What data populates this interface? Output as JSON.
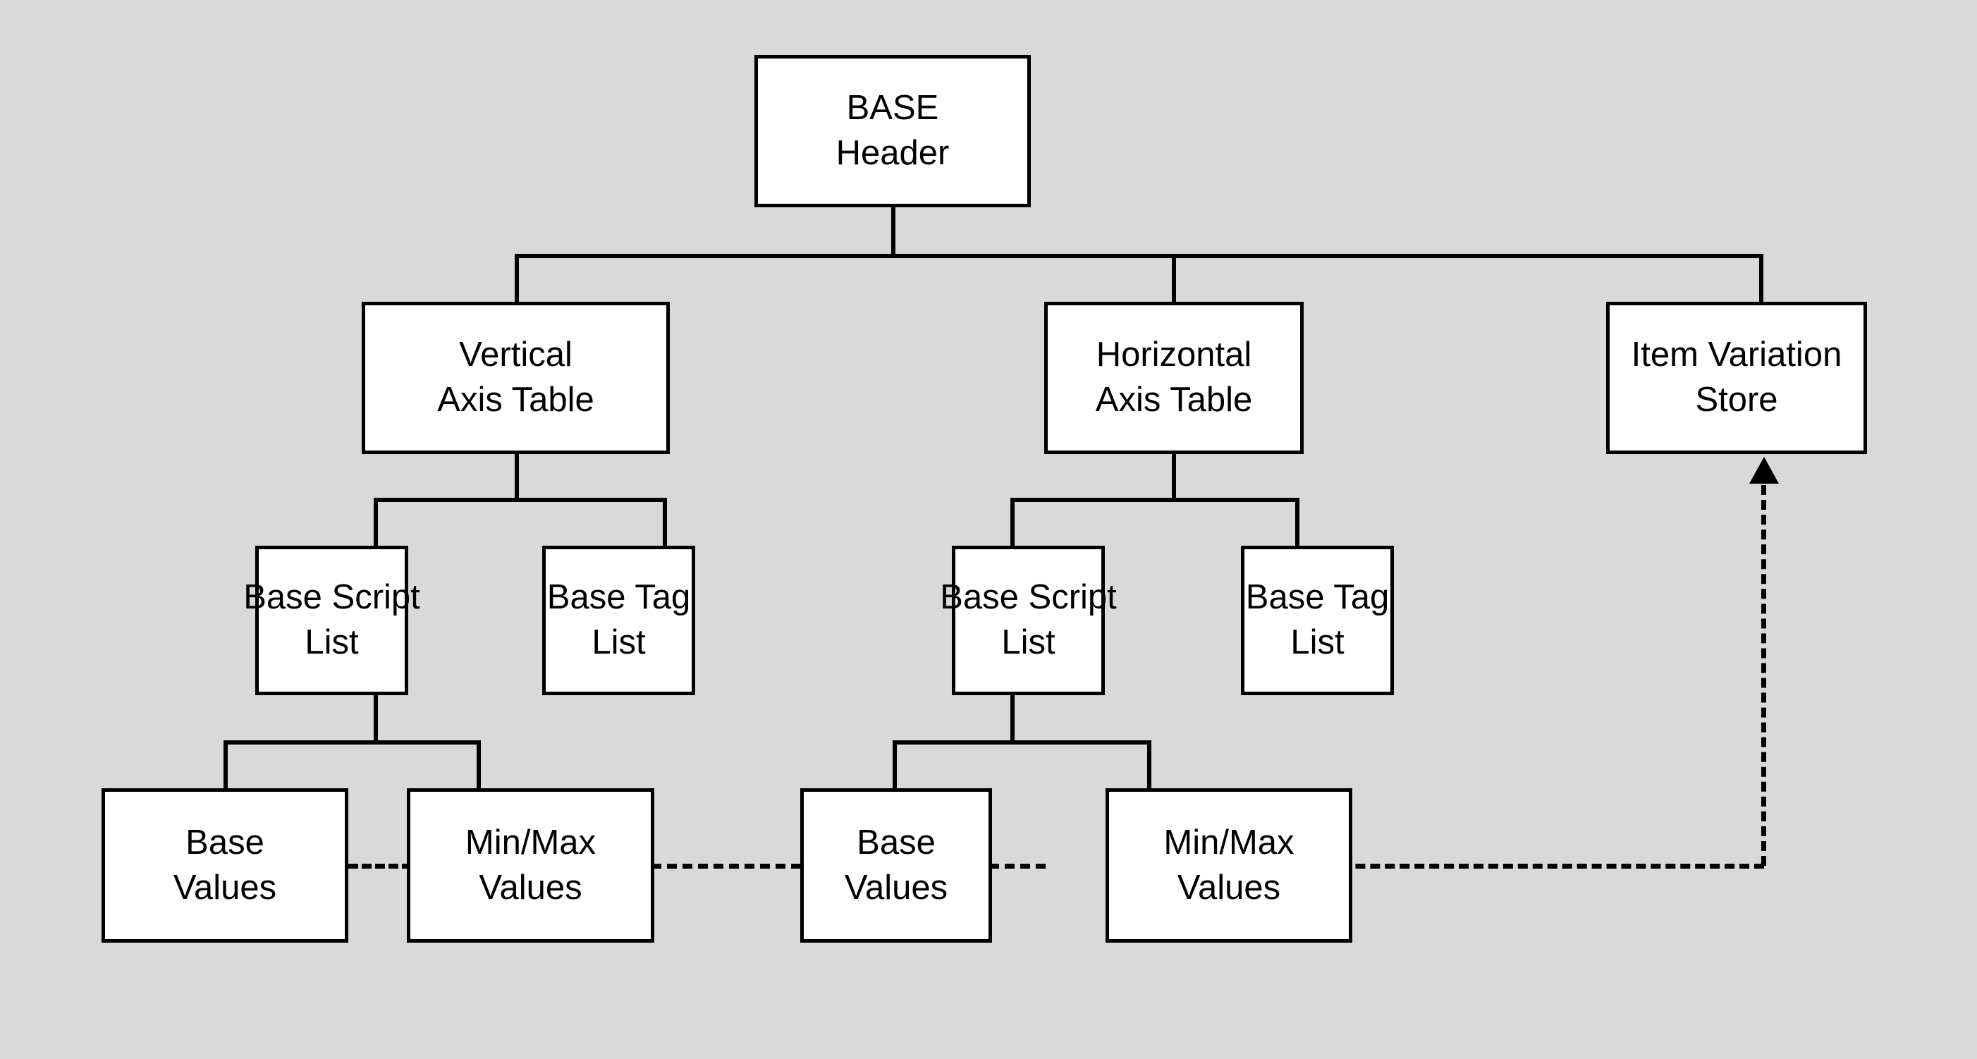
{
  "diagram": {
    "title": "BASE table structure",
    "background_color": "#d9d9d9",
    "node_fill": "#ffffff",
    "stroke_color": "#000000",
    "nodes": [
      {
        "id": "base-header",
        "line1": "BASE",
        "line2": "Header"
      },
      {
        "id": "vertical-axis-table",
        "line1": "Vertical",
        "line2": "Axis Table"
      },
      {
        "id": "horizontal-axis-table",
        "line1": "Horizontal",
        "line2": "Axis Table"
      },
      {
        "id": "item-variation-store",
        "line1": "Item Variation",
        "line2": "Store"
      },
      {
        "id": "v-base-script-list",
        "line1": "Base Script",
        "line2": "List"
      },
      {
        "id": "v-base-tag-list",
        "line1": "Base Tag",
        "line2": "List"
      },
      {
        "id": "h-base-script-list",
        "line1": "Base Script",
        "line2": "List"
      },
      {
        "id": "h-base-tag-list",
        "line1": "Base Tag",
        "line2": "List"
      },
      {
        "id": "v-base-values",
        "line1": "Base",
        "line2": "Values"
      },
      {
        "id": "v-min-max-values",
        "line1": "Min/Max",
        "line2": "Values"
      },
      {
        "id": "h-base-values",
        "line1": "Base",
        "line2": "Values"
      },
      {
        "id": "h-min-max-values",
        "line1": "Min/Max",
        "line2": "Values"
      }
    ],
    "edges": [
      {
        "from": "base-header",
        "to": "vertical-axis-table",
        "style": "solid"
      },
      {
        "from": "base-header",
        "to": "horizontal-axis-table",
        "style": "solid"
      },
      {
        "from": "base-header",
        "to": "item-variation-store",
        "style": "solid"
      },
      {
        "from": "vertical-axis-table",
        "to": "v-base-script-list",
        "style": "solid"
      },
      {
        "from": "vertical-axis-table",
        "to": "v-base-tag-list",
        "style": "solid"
      },
      {
        "from": "horizontal-axis-table",
        "to": "h-base-script-list",
        "style": "solid"
      },
      {
        "from": "horizontal-axis-table",
        "to": "h-base-tag-list",
        "style": "solid"
      },
      {
        "from": "v-base-script-list",
        "to": "v-base-values",
        "style": "solid"
      },
      {
        "from": "v-base-script-list",
        "to": "v-min-max-values",
        "style": "solid"
      },
      {
        "from": "h-base-script-list",
        "to": "h-base-values",
        "style": "solid"
      },
      {
        "from": "h-base-script-list",
        "to": "h-min-max-values",
        "style": "solid"
      },
      {
        "from": "v-base-values",
        "to": "v-min-max-values",
        "style": "dashed"
      },
      {
        "from": "v-min-max-values",
        "to": "h-base-values",
        "style": "dashed"
      },
      {
        "from": "h-base-values",
        "to": "h-min-max-values",
        "style": "dashed"
      },
      {
        "from": "h-min-max-values",
        "to": "item-variation-store",
        "style": "dashed-arrow"
      }
    ]
  }
}
